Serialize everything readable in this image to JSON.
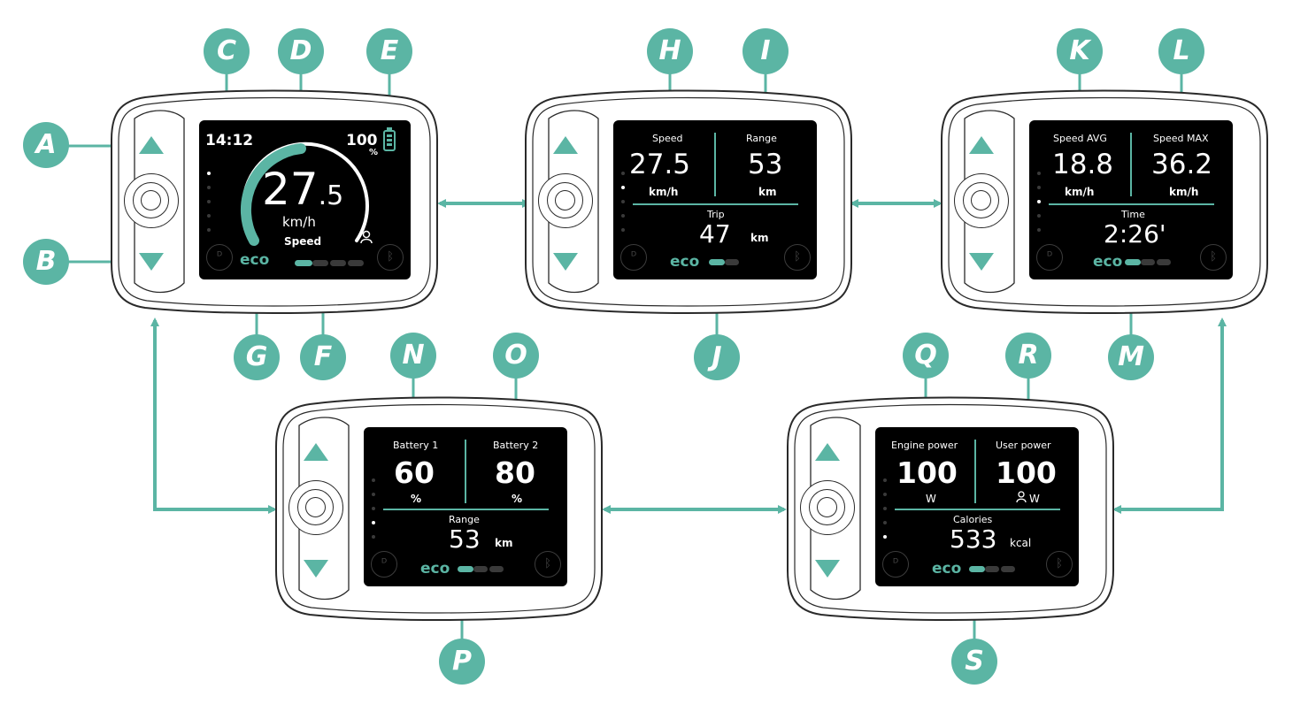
{
  "screen1": {
    "time": "14:12",
    "battery_value": "100",
    "battery_unit": "%",
    "speed_int": "27",
    "speed_dec": ".5",
    "speed_unit": "km/h",
    "speed_label": "Speed",
    "mode": "eco"
  },
  "screen2": {
    "left_label": "Speed",
    "left_value": "27.5",
    "left_unit": "km/h",
    "right_label": "Range",
    "right_value": "53",
    "right_unit": "km",
    "bottom_label": "Trip",
    "bottom_value": "47",
    "bottom_unit": "km",
    "mode": "eco"
  },
  "screen3": {
    "left_label": "Speed AVG",
    "left_value": "18.8",
    "left_unit": "km/h",
    "right_label": "Speed MAX",
    "right_value": "36.2",
    "right_unit": "km/h",
    "bottom_label": "Time",
    "bottom_value": "2:26'",
    "bottom_unit": "",
    "mode": "eco"
  },
  "screen4": {
    "left_label": "Battery 1",
    "left_value": "60",
    "left_unit": "%",
    "right_label": "Battery 2",
    "right_value": "80",
    "right_unit": "%",
    "bottom_label": "Range",
    "bottom_value": "53",
    "bottom_unit": "km",
    "mode": "eco"
  },
  "screen5": {
    "left_label": "Engine power",
    "left_value": "100",
    "left_unit": "W",
    "right_label": "User power",
    "right_value": "100",
    "right_unit": "W",
    "bottom_label": "Calories",
    "bottom_value": "533",
    "bottom_unit": "kcal",
    "mode": "eco"
  },
  "callouts": {
    "A": "A",
    "B": "B",
    "C": "C",
    "D": "D",
    "E": "E",
    "F": "F",
    "G": "G",
    "H": "H",
    "I": "I",
    "J": "J",
    "K": "K",
    "L": "L",
    "M": "M",
    "N": "N",
    "O": "O",
    "P": "P",
    "Q": "Q",
    "R": "R",
    "S": "S"
  },
  "colors": {
    "accent": "#5bb5a4",
    "screen": "#000000",
    "inactive": "#3a3a3a"
  },
  "icons": {
    "up": "up-arrow-icon",
    "down": "down-arrow-icon",
    "light": "headlight-icon",
    "bluetooth": "bluetooth-icon",
    "user": "user-icon",
    "battery": "battery-icon"
  }
}
